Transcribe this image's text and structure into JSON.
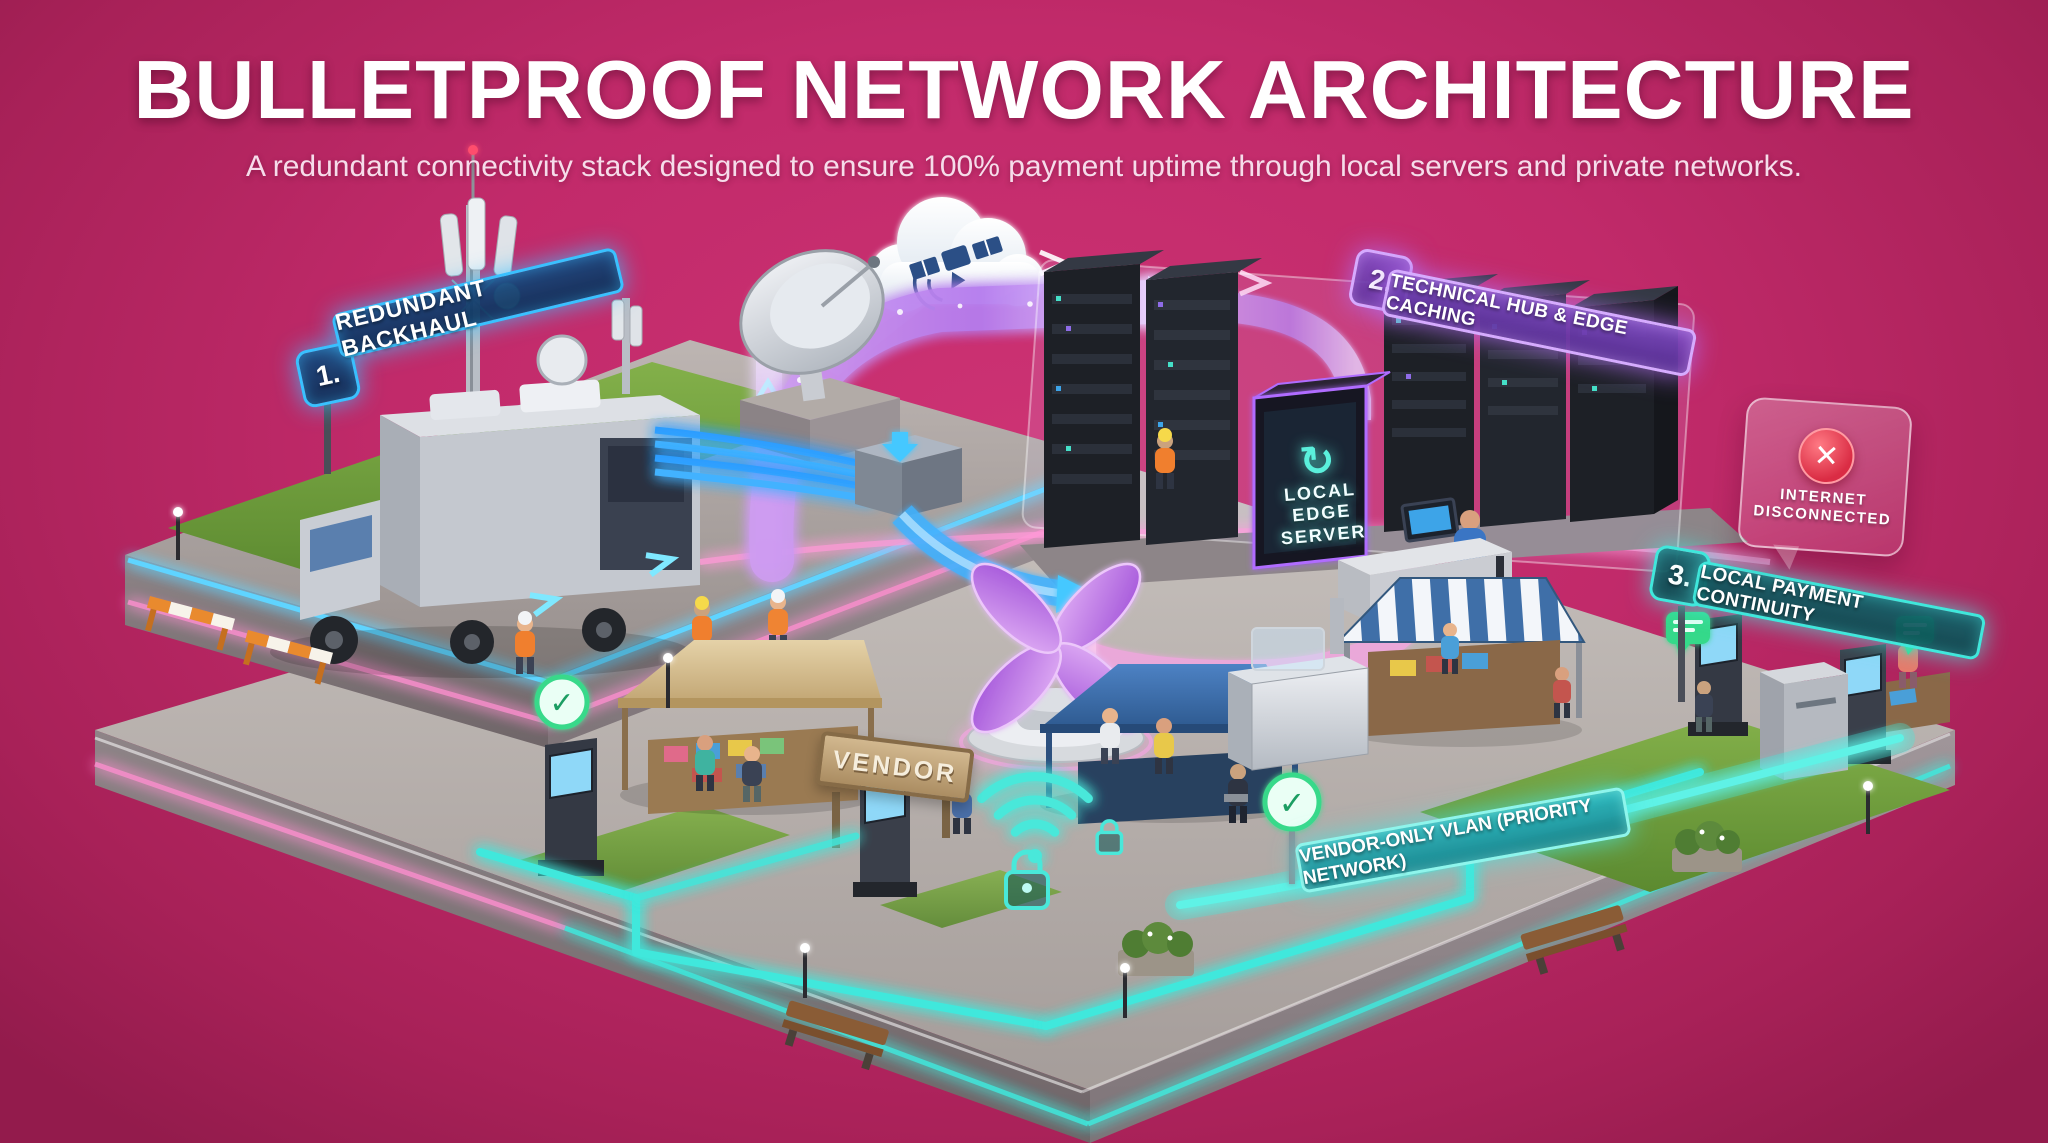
{
  "header": {
    "title": "BULLETPROOF NETWORK ARCHITECTURE",
    "subtitle": "A redundant connectivity stack designed to ensure 100% payment uptime through local servers and private networks."
  },
  "callouts": {
    "backhaul": {
      "number": "1.",
      "label": "REDUNDANT BACKHAUL"
    },
    "hub": {
      "number": "2.",
      "label": "TECHNICAL HUB & EDGE CACHING"
    },
    "continuity": {
      "number": "3.",
      "label": "LOCAL PAYMENT CONTINUITY"
    }
  },
  "signs": {
    "internet_disconnected": {
      "line1": "INTERNET",
      "line2": "DISCONNECTED"
    },
    "edge_server": {
      "line1": "LOCAL",
      "line2": "EDGE",
      "line3": "SERVER"
    },
    "vlan_banner": "VENDOR-ONLY VLAN (PRIORITY NETWORK)",
    "vendor_stall": "VENDOR"
  },
  "icons": {
    "check": "✓",
    "cross": "✕",
    "refresh": "↻"
  },
  "colors": {
    "background": "#c12a6a",
    "neon_blue": "#39c1ff",
    "neon_purple": "#b06cee",
    "neon_teal": "#3fe8dc",
    "neon_pink": "#ff8fd0",
    "success_green": "#2fd98a",
    "alert_red": "#e63950"
  }
}
